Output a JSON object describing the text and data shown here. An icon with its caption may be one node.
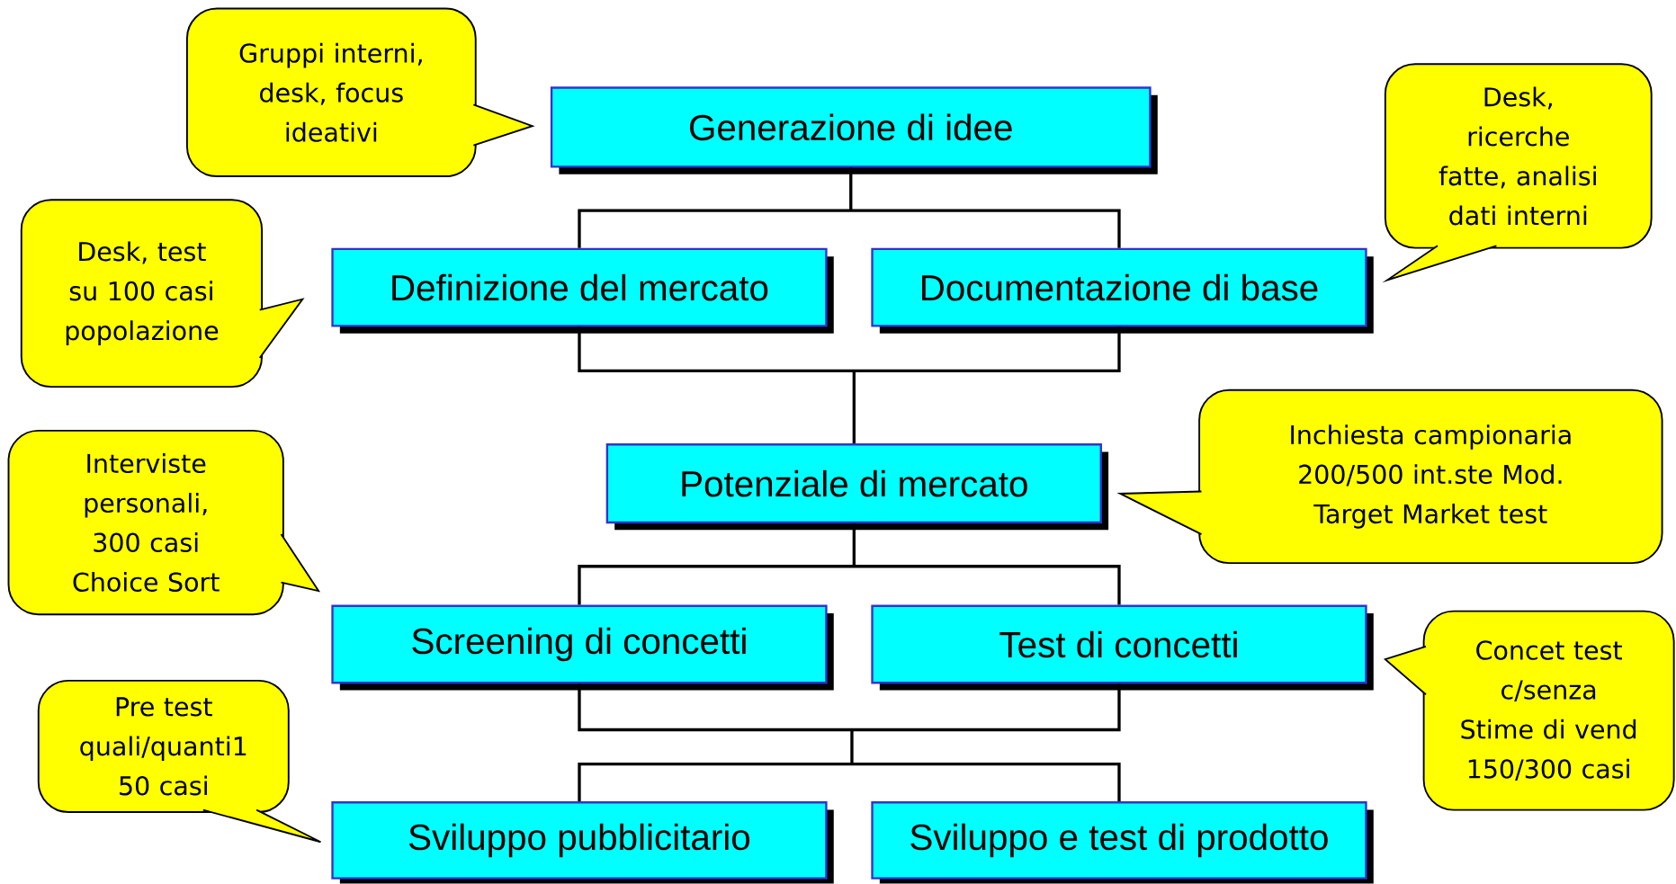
{
  "diagram": {
    "nodes": [
      {
        "text": [
          "Generazione di idee"
        ]
      },
      {
        "text": [
          "Definizione del mercato"
        ]
      },
      {
        "text": [
          "Documentazione di base"
        ]
      },
      {
        "text": [
          "Potenziale di mercato"
        ]
      },
      {
        "text": [
          "Screening di concetti"
        ]
      },
      {
        "text": [
          "Test di concetti"
        ]
      },
      {
        "text": [
          "Sviluppo pubblicitario"
        ]
      },
      {
        "text": [
          "Sviluppo e test di prodotto"
        ]
      },
      {
        "text": [
          "Gruppi interni, desk, focus ideativi"
        ]
      },
      {
        "text": [
          "Desk, ricerche fatte, analisi dati interni"
        ]
      },
      {
        "text": [
          "Desk, test su 100 casi popolazione"
        ]
      },
      {
        "text": [
          "Inchiesta campionaria 200/500 int.ste Mod. Target Market test"
        ]
      },
      {
        "text": [
          "Interviste personali, 300 casi Choice Sort"
        ]
      },
      {
        "text": [
          "Concet test c/senza Stime di vend 150/300 casi"
        ]
      },
      {
        "text": [
          "Pre test quali/quanti1 50 casi"
        ]
      }
    ],
    "edges": [
      {
        "from": 0,
        "to": 1,
        "arrow": "none"
      },
      {
        "from": 0,
        "to": 2,
        "arrow": "none"
      },
      {
        "from": 1,
        "to": 3,
        "arrow": "none"
      },
      {
        "from": 2,
        "to": 3,
        "arrow": "none"
      },
      {
        "from": 3,
        "to": 4,
        "arrow": "none"
      },
      {
        "from": 3,
        "to": 5,
        "arrow": "none"
      },
      {
        "from": 4,
        "to": 6,
        "arrow": "none"
      },
      {
        "from": 4,
        "to": 7,
        "arrow": "none"
      },
      {
        "from": 5,
        "to": 6,
        "arrow": "none"
      },
      {
        "from": 5,
        "to": 7,
        "arrow": "none"
      }
    ]
  }
}
